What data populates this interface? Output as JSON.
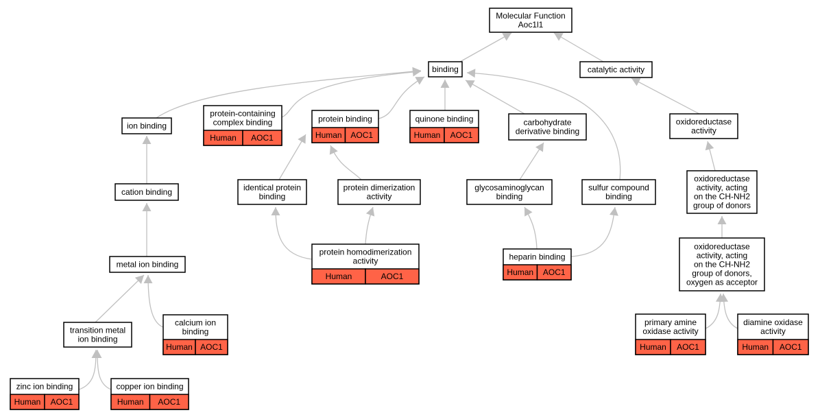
{
  "colors": {
    "annotation_fill": "#ff6347",
    "edge": "#c0c0c0",
    "border": "#000000"
  },
  "nodes": {
    "mf": {
      "lines": [
        "Molecular Function",
        "Aoc1l1"
      ]
    },
    "binding": {
      "lines": [
        "binding"
      ]
    },
    "catalytic": {
      "lines": [
        "catalytic activity"
      ]
    },
    "ion": {
      "lines": [
        "ion binding"
      ]
    },
    "pcb": {
      "lines": [
        "protein-containing",
        "complex binding"
      ],
      "annotation": [
        "Human",
        "AOC1"
      ]
    },
    "protein": {
      "lines": [
        "protein binding"
      ],
      "annotation": [
        "Human",
        "AOC1"
      ]
    },
    "quinone": {
      "lines": [
        "quinone binding"
      ],
      "annotation": [
        "Human",
        "AOC1"
      ]
    },
    "carb": {
      "lines": [
        "carbohydrate",
        "derivative binding"
      ]
    },
    "oxred": {
      "lines": [
        "oxidoreductase",
        "activity"
      ]
    },
    "cation": {
      "lines": [
        "cation binding"
      ]
    },
    "identical": {
      "lines": [
        "identical protein",
        "binding"
      ]
    },
    "dimer": {
      "lines": [
        "protein dimerization",
        "activity"
      ]
    },
    "gag": {
      "lines": [
        "glycosaminoglycan",
        "binding"
      ]
    },
    "sulfur": {
      "lines": [
        "sulfur compound",
        "binding"
      ]
    },
    "oxnh2": {
      "lines": [
        "oxidoreductase",
        "activity, acting",
        "on the CH-NH2",
        "group of donors"
      ]
    },
    "metal": {
      "lines": [
        "metal ion binding"
      ]
    },
    "homodimer": {
      "lines": [
        "protein homodimerization",
        "activity"
      ],
      "annotation": [
        "Human",
        "AOC1"
      ]
    },
    "heparin": {
      "lines": [
        "heparin binding"
      ],
      "annotation": [
        "Human",
        "AOC1"
      ]
    },
    "oxo2": {
      "lines": [
        "oxidoreductase",
        "activity, acting",
        "on the CH-NH2",
        "group of donors,",
        "oxygen as acceptor"
      ]
    },
    "transition": {
      "lines": [
        "transition metal",
        "ion binding"
      ]
    },
    "calcium": {
      "lines": [
        "calcium ion",
        "binding"
      ],
      "annotation": [
        "Human",
        "AOC1"
      ]
    },
    "primary": {
      "lines": [
        "primary amine",
        "oxidase activity"
      ],
      "annotation": [
        "Human",
        "AOC1"
      ]
    },
    "diamine": {
      "lines": [
        "diamine oxidase",
        "activity"
      ],
      "annotation": [
        "Human",
        "AOC1"
      ]
    },
    "zinc": {
      "lines": [
        "zinc ion binding"
      ],
      "annotation": [
        "Human",
        "AOC1"
      ]
    },
    "copper": {
      "lines": [
        "copper ion binding"
      ],
      "annotation": [
        "Human",
        "AOC1"
      ]
    }
  },
  "edges": [
    [
      "binding",
      "mf"
    ],
    [
      "catalytic",
      "mf"
    ],
    [
      "ion",
      "binding"
    ],
    [
      "pcb",
      "binding"
    ],
    [
      "protein",
      "binding"
    ],
    [
      "quinone",
      "binding"
    ],
    [
      "carb",
      "binding"
    ],
    [
      "sulfur",
      "binding"
    ],
    [
      "oxred",
      "catalytic"
    ],
    [
      "cation",
      "ion"
    ],
    [
      "metal",
      "cation"
    ],
    [
      "identical",
      "protein"
    ],
    [
      "dimer",
      "protein"
    ],
    [
      "homodimer",
      "identical"
    ],
    [
      "homodimer",
      "dimer"
    ],
    [
      "gag",
      "carb"
    ],
    [
      "heparin",
      "gag"
    ],
    [
      "heparin",
      "sulfur"
    ],
    [
      "oxnh2",
      "oxred"
    ],
    [
      "oxo2",
      "oxnh2"
    ],
    [
      "transition",
      "metal"
    ],
    [
      "calcium",
      "metal"
    ],
    [
      "zinc",
      "transition"
    ],
    [
      "copper",
      "transition"
    ],
    [
      "primary",
      "oxo2"
    ],
    [
      "diamine",
      "oxo2"
    ]
  ]
}
